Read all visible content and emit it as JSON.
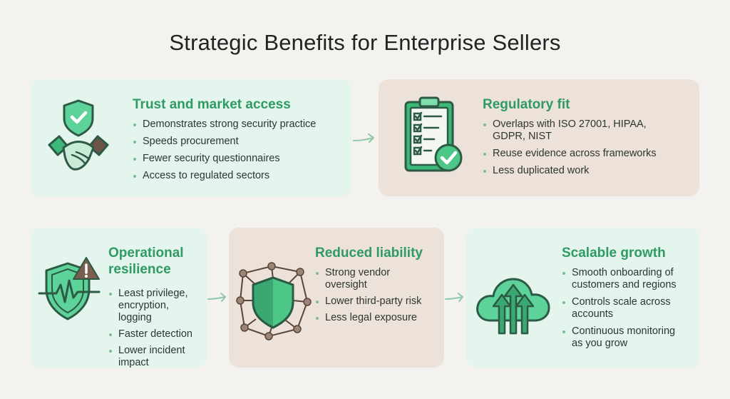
{
  "title": "Strategic Benefits for Enterprise Sellers",
  "cards": [
    {
      "title": "Trust and market access",
      "icon": "shield-handshake-icon",
      "bullets": [
        "Demonstrates strong security practice",
        "Speeds procurement",
        "Fewer security questionnaires",
        "Access to regulated sectors"
      ]
    },
    {
      "title": "Regulatory fit",
      "icon": "clipboard-checklist-icon",
      "bullets": [
        "Overlaps with ISO 27001, HIPAA, GDPR, NIST",
        "Reuse evidence across frameworks",
        "Less duplicated work"
      ]
    },
    {
      "title": "Operational resilience",
      "icon": "shield-heartbeat-warning-icon",
      "bullets": [
        "Least privilege, encryption, logging",
        "Faster detection",
        "Lower incident impact"
      ]
    },
    {
      "title": "Reduced liability",
      "icon": "shield-network-icon",
      "bullets": [
        "Strong vendor oversight",
        "Lower third-party risk",
        "Less legal exposure"
      ]
    },
    {
      "title": "Scalable growth",
      "icon": "cloud-growth-arrows-icon",
      "bullets": [
        "Smooth onboarding of customers and regions",
        "Controls scale across accounts",
        "Continuous monitoring as you grow"
      ]
    }
  ],
  "colors": {
    "accent": "#2f9a63",
    "icon_fill": "#5dd39a",
    "icon_stroke": "#2d5a45",
    "card_green": "#e3f5ec",
    "card_tan": "#ece2da",
    "background": "#f3f2ee"
  }
}
